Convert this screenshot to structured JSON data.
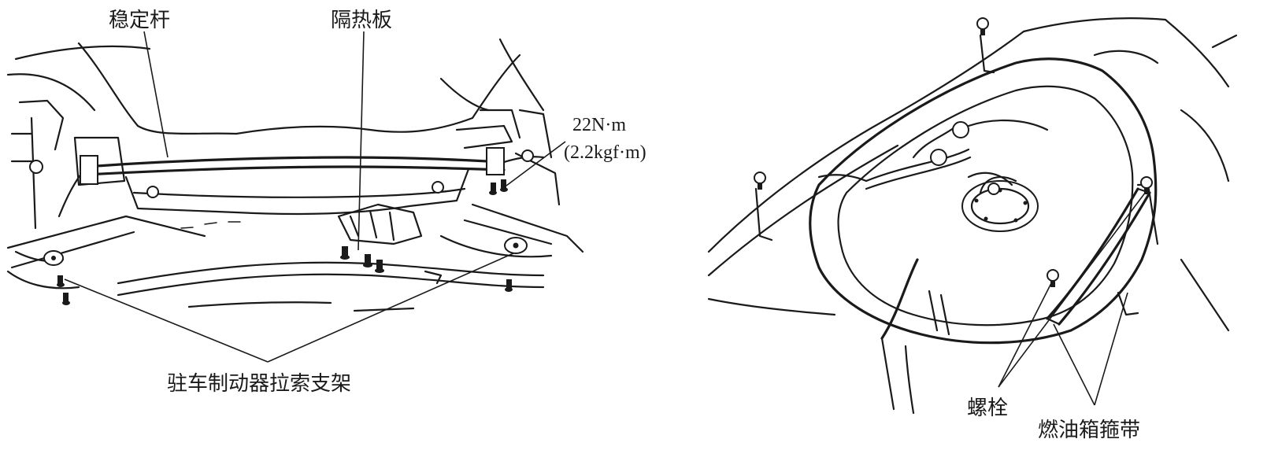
{
  "left_view": {
    "label_stabilizer": "稳定杆",
    "label_heat_shield": "隔热板",
    "torque_value": "22N·m",
    "torque_value_alt": "(2.2kgf·m)",
    "label_brake_cable_bracket": "驻车制动器拉索支架"
  },
  "right_view": {
    "label_bolt": "螺栓",
    "label_fuel_tank_strap": "燃油箱箍带"
  }
}
